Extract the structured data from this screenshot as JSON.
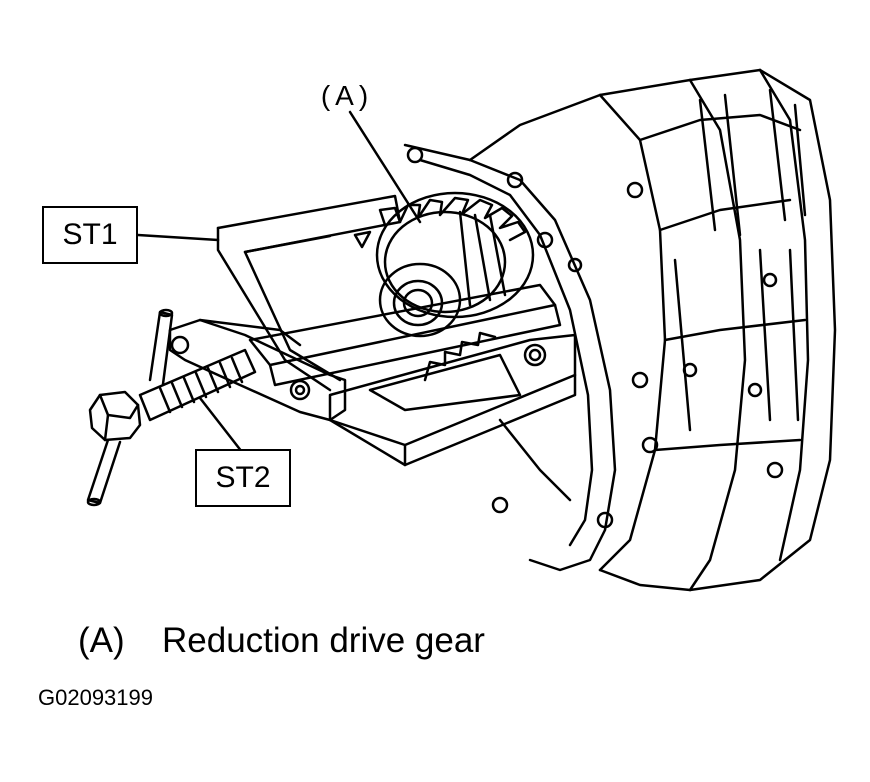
{
  "callouts": {
    "a": "(A)",
    "st1": "ST1",
    "st2": "ST2"
  },
  "legend": {
    "key": "(A)",
    "description": "Reduction drive gear"
  },
  "figure_code": "G02093199",
  "colors": {
    "ink": "#000000",
    "paper": "#ffffff"
  }
}
